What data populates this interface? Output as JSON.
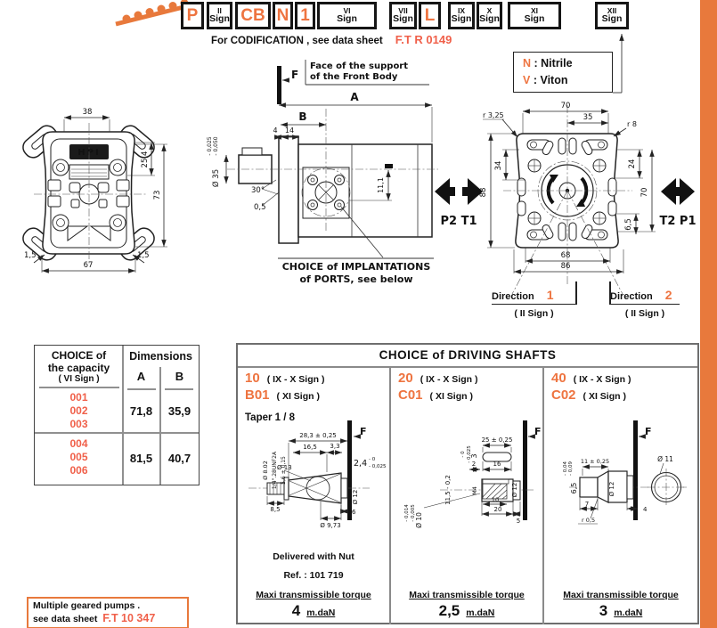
{
  "colors": {
    "accent": "#e8793c",
    "code_orange": "#ee7440",
    "ref_orange": "#f0604a",
    "navy": "#1d2a4f"
  },
  "header": {
    "code_boxes": [
      {
        "code": "P"
      },
      {
        "roman": "II",
        "sign": "Sign"
      },
      {
        "code": "CB"
      },
      {
        "code": "N"
      },
      {
        "code": "1"
      },
      {
        "roman": "VI",
        "sign": "Sign"
      },
      {
        "roman": "VII",
        "sign": "Sign"
      },
      {
        "code": "L"
      },
      {
        "roman": "IX",
        "sign": "Sign"
      },
      {
        "roman": "X",
        "sign": "Sign"
      },
      {
        "roman": "XI",
        "sign": "Sign"
      },
      {
        "roman": "XII",
        "sign": "Sign"
      }
    ],
    "codification_prefix": "For CODIFICATION , see data sheet",
    "codification_ref": "F.T R 0149",
    "seal": {
      "n_code": "N",
      "n_name": ": Nitrile",
      "v_code": "V",
      "v_name": ": Viton"
    }
  },
  "front_view": {
    "logo": "HPI",
    "dim_top": "38",
    "dim_right_upper": "25,4",
    "dim_right": "73",
    "dim_bottom_left": "1,5",
    "dim_bottom_right": "1,5",
    "dim_bottom": "67"
  },
  "side_view": {
    "f_label": "F",
    "face_note_1": "Face of the support",
    "face_note_2": "of the Front Body",
    "dim_a": "A",
    "dim_b": "B",
    "dim_4": "4",
    "dim_14": "14",
    "dia_shaft": "Ø 35",
    "dia_tol_1": "- 0,025",
    "dia_tol_2": "- 0,050",
    "angle": "30°",
    "dim_chamfer": "0,5",
    "dim_port": "11,1",
    "ports_note_1": "CHOICE of IMPLANTATIONS",
    "ports_note_2": "of PORTS, see below"
  },
  "rear_view": {
    "dim_top": "70",
    "dim_top_half": "35",
    "radius_left": "r 3,25",
    "radius_right": "r 8",
    "dim_left_upper": "34",
    "dim_left": "88",
    "dim_right_upper": "24",
    "dim_right": "70",
    "dim_right_lower": "6,5",
    "dim_bottom_inner": "68",
    "dim_bottom": "86",
    "port_left": "P2 T1",
    "port_right": "T2 P1",
    "dir1_label": "Direction",
    "dir1_num": "1",
    "dir1_sub": "( II Sign )",
    "dir2_label": "Direction",
    "dir2_num": "2",
    "dir2_sub": "( II Sign )"
  },
  "capacity_table": {
    "title_1": "CHOICE of",
    "title_2": "the capacity",
    "title_sub": "( VI Sign )",
    "dims_header": "Dimensions",
    "col_a": "A",
    "col_b": "B",
    "rows": [
      {
        "codes": [
          "001",
          "002",
          "003"
        ],
        "a": "71,8",
        "b": "35,9"
      },
      {
        "codes": [
          "004",
          "005",
          "006"
        ],
        "a": "81,5",
        "b": "40,7"
      }
    ]
  },
  "shafts": {
    "title": "CHOICE of DRIVING SHAFTS",
    "columns": [
      {
        "code": "10",
        "code_sub": "( IX - X Sign )",
        "code2": "B01",
        "code2_sub": "( XI  Sign )",
        "taper": "Taper  1 / 8",
        "f_label": "F",
        "note_1": "Delivered  with  Nut",
        "note_2": "Ref. : 101 719",
        "torque_label": "Maxi  transmissible  torque",
        "torque_value": "4",
        "torque_unit": "m.daN",
        "dims": {
          "length": "28,3 ± 0,25",
          "taper_len": "16,5",
          "key_w": "3,3",
          "key_h": "2,4",
          "key_tol_1": "- 0",
          "key_tol_2": "- 0,025",
          "dia_circle": "Ø 13",
          "dia_end": "Ø 12",
          "dia_thread": "Ø 8.02",
          "thread": "1/4\".28UNF2A",
          "thread_len": "5,6 ± 0,15",
          "stub_len": "8,5",
          "end_len": "6",
          "dia_taper": "Ø 9,73"
        }
      },
      {
        "code": "20",
        "code_sub": "( IX - X Sign )",
        "code2": "C01",
        "code2_sub": "( XI  Sign )",
        "f_label": "F",
        "torque_label": "Maxi  transmissible  torque",
        "torque_value": "2,5",
        "torque_unit": "m.daN",
        "dims": {
          "key_len": "25 ± 0,25",
          "key_h": "3",
          "key_tol_1": "- 0",
          "key_tol_2": "- 0,025",
          "key_off": "2",
          "key_flat": "16",
          "depth": "11,5 - 0,2",
          "tap": "M4",
          "dia": "Ø 12",
          "tap_depth": "10",
          "body_len": "20",
          "end_len": "5",
          "dia_fit": "Ø 10",
          "fit_tol_1": "- 0,005",
          "fit_tol_2": "- 0,014"
        }
      },
      {
        "code": "40",
        "code_sub": "( IX - X Sign )",
        "code2": "C02",
        "code2_sub": "( XI  Sign )",
        "f_label": "F",
        "torque_label": "Maxi  transmissible  torque",
        "torque_value": "3",
        "torque_unit": "m.daN",
        "dims": {
          "length": "11 ± 0,25",
          "stub_dia": "6,5",
          "stub_tol_1": "- 0,04",
          "stub_tol_2": "- 0,09",
          "dia": "Ø 12",
          "stub_len": "7",
          "end_len": "4",
          "radius": "r 0,5",
          "end_dia": "Ø 11"
        }
      }
    ]
  },
  "footer": {
    "line1": "Multiple  geared  pumps .",
    "line2": "see  data  sheet",
    "ref": "F.T 10 347"
  }
}
